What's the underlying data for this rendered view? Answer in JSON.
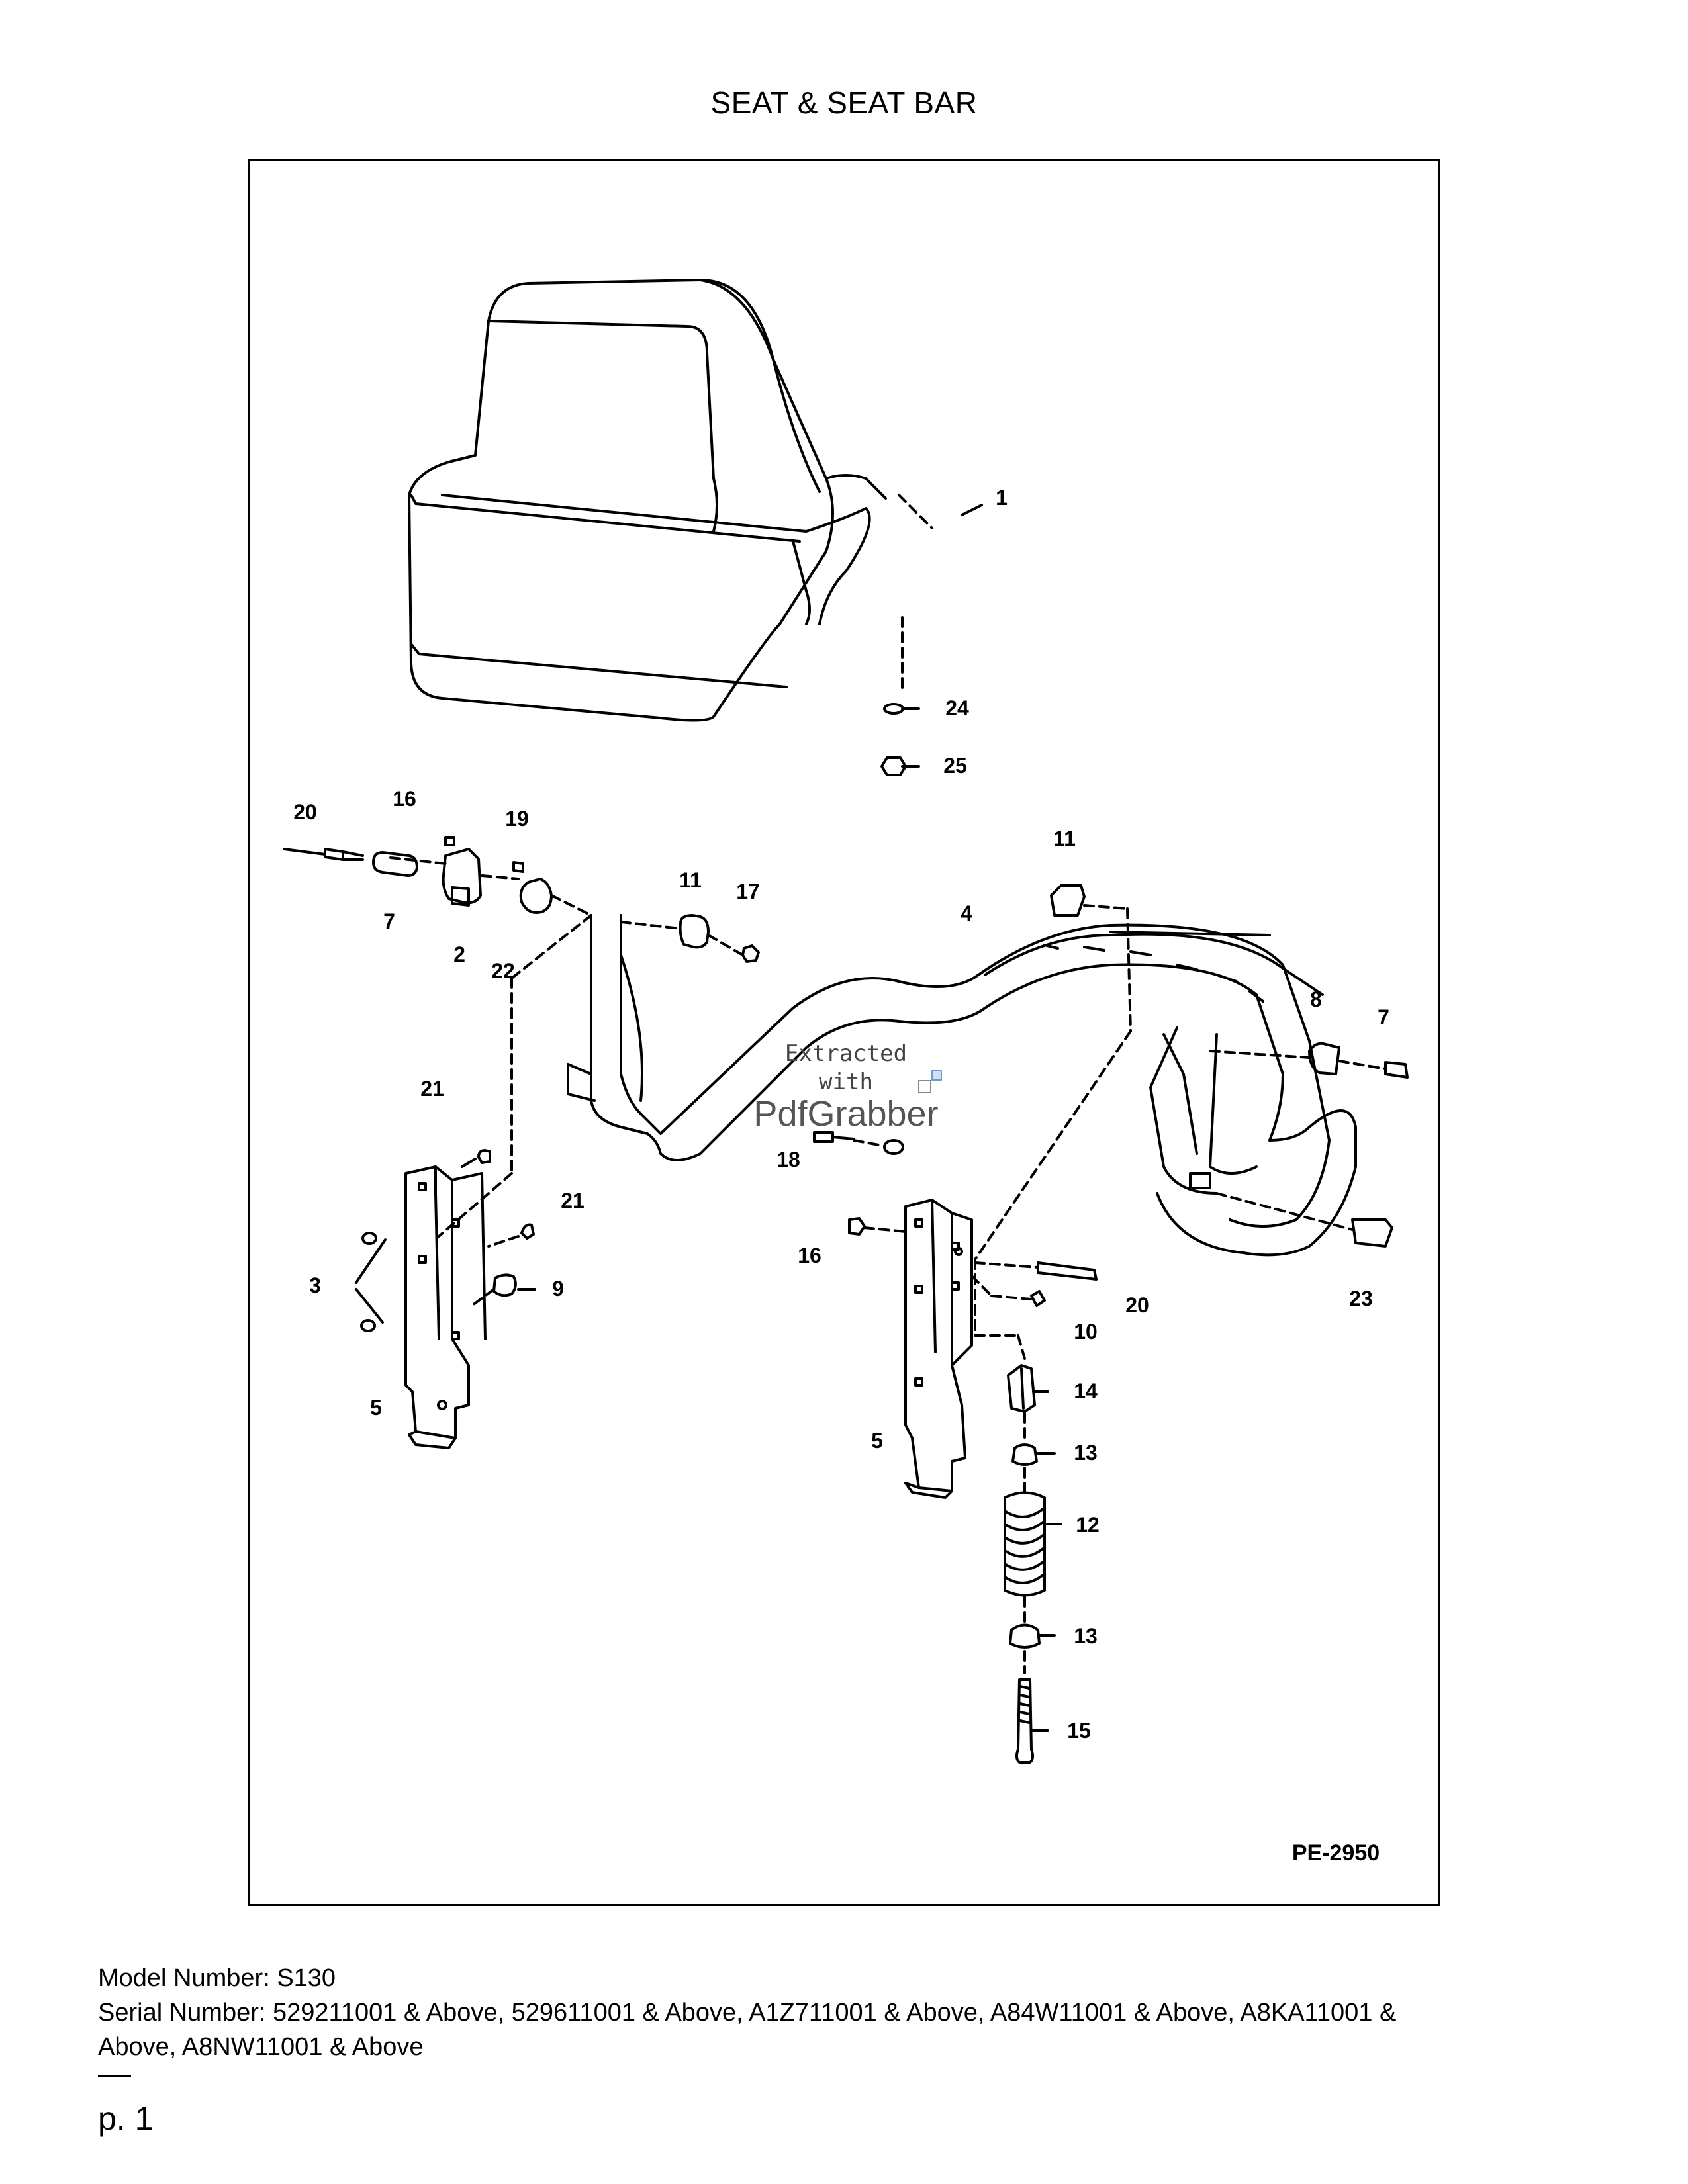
{
  "title": "SEAT & SEAT BAR",
  "diagram": {
    "code": "PE-2950",
    "watermark": {
      "line1": "Extracted",
      "line2": "with",
      "line3": "PdfGrabber"
    },
    "callouts": [
      "1",
      "2",
      "3",
      "4",
      "5",
      "5",
      "7",
      "7",
      "8",
      "9",
      "10",
      "11",
      "11",
      "12",
      "13",
      "13",
      "14",
      "15",
      "16",
      "16",
      "17",
      "18",
      "19",
      "20",
      "20",
      "21",
      "21",
      "22",
      "23",
      "24",
      "25"
    ]
  },
  "footer": {
    "model_label": "Model Number: S130",
    "serial_line1": "Serial Number: 529211001 & Above, 529611001 & Above, A1Z711001 & Above, A84W11001 & Above, A8KA11001 &",
    "serial_line2": "Above, A8NW11001 & Above",
    "page": "p. 1"
  }
}
